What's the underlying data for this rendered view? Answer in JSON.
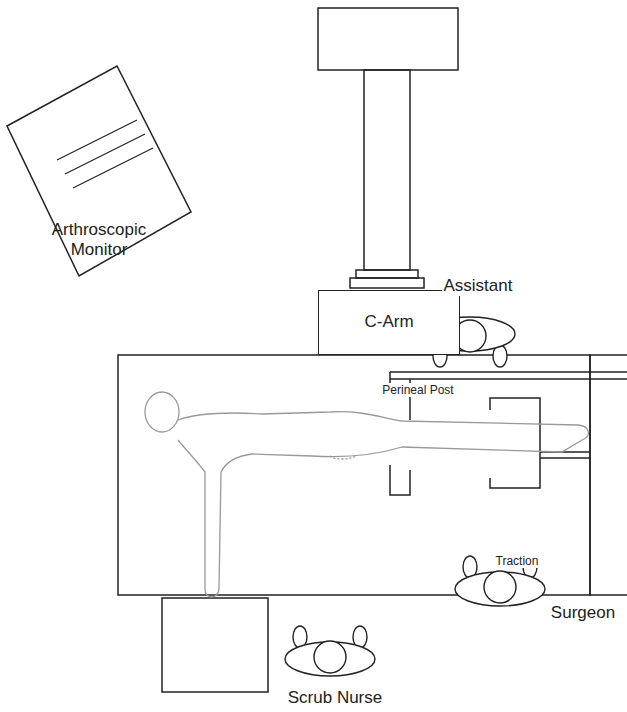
{
  "diagram": {
    "nodes": [
      {
        "text": [
          "Arthroscopic Monitor"
        ]
      },
      {
        "text": [
          "C-Arm"
        ]
      }
    ],
    "labels": [
      "Assistant",
      "Perineal Post",
      "Traction",
      "Surgeon",
      "Scrub Nurse"
    ]
  }
}
